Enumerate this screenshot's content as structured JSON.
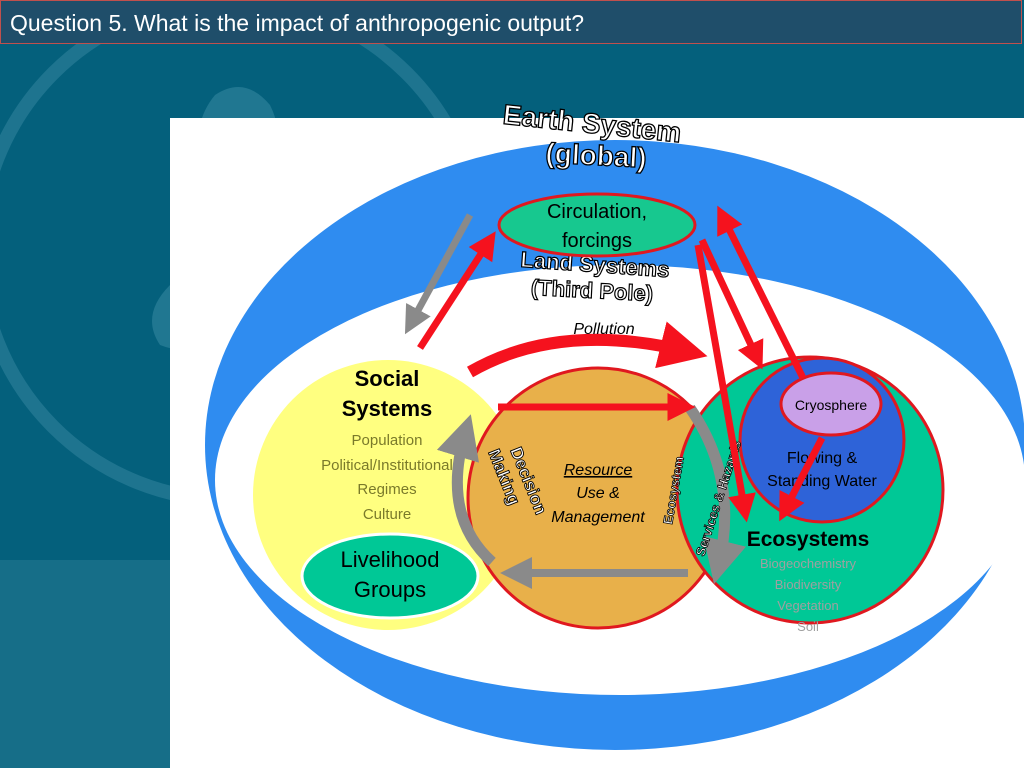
{
  "slide": {
    "title": "Question 5. What is the impact of anthropogenic output?"
  },
  "colors": {
    "background": "#04607c",
    "earth_system_ring": "#2f8cf0",
    "social_systems": "#ffff80",
    "resource_use": "#e8b04a",
    "ecosystems": "#00c896",
    "water": "#2e63d8",
    "cryosphere": "#c9a0e8",
    "arrow_red": "#f5121e",
    "arrow_gray": "#8a8a8a"
  },
  "diagram": {
    "earth_system": {
      "line1": "Earth System",
      "line2": "(global)"
    },
    "circulation": {
      "line1": "Circulation,",
      "line2": "forcings"
    },
    "land_systems": {
      "line1": "Land Systems",
      "line2": "(Third Pole)"
    },
    "pollution": "Pollution",
    "social": {
      "title1": "Social",
      "title2": "Systems",
      "items": [
        "Population",
        "Political/Institutional",
        "Regimes",
        "Culture"
      ]
    },
    "livelihood": {
      "line1": "Livelihood",
      "line2": "Groups"
    },
    "decision_making": {
      "line1": "Decision",
      "line2": "Making"
    },
    "resource": {
      "line1": "Resource",
      "line2": "Use &",
      "line3": "Management"
    },
    "ecosystem_services": {
      "line1": "Ecosystem",
      "line2": "Services & Hazards"
    },
    "cryosphere": "Cryosphere",
    "water": {
      "line1": "Flowing &",
      "line2": "Standing Water"
    },
    "ecosystems": {
      "title": "Ecosystems",
      "items": [
        "Biogeochemistry",
        "Biodiversity",
        "Vegetation",
        "Soil"
      ]
    }
  }
}
